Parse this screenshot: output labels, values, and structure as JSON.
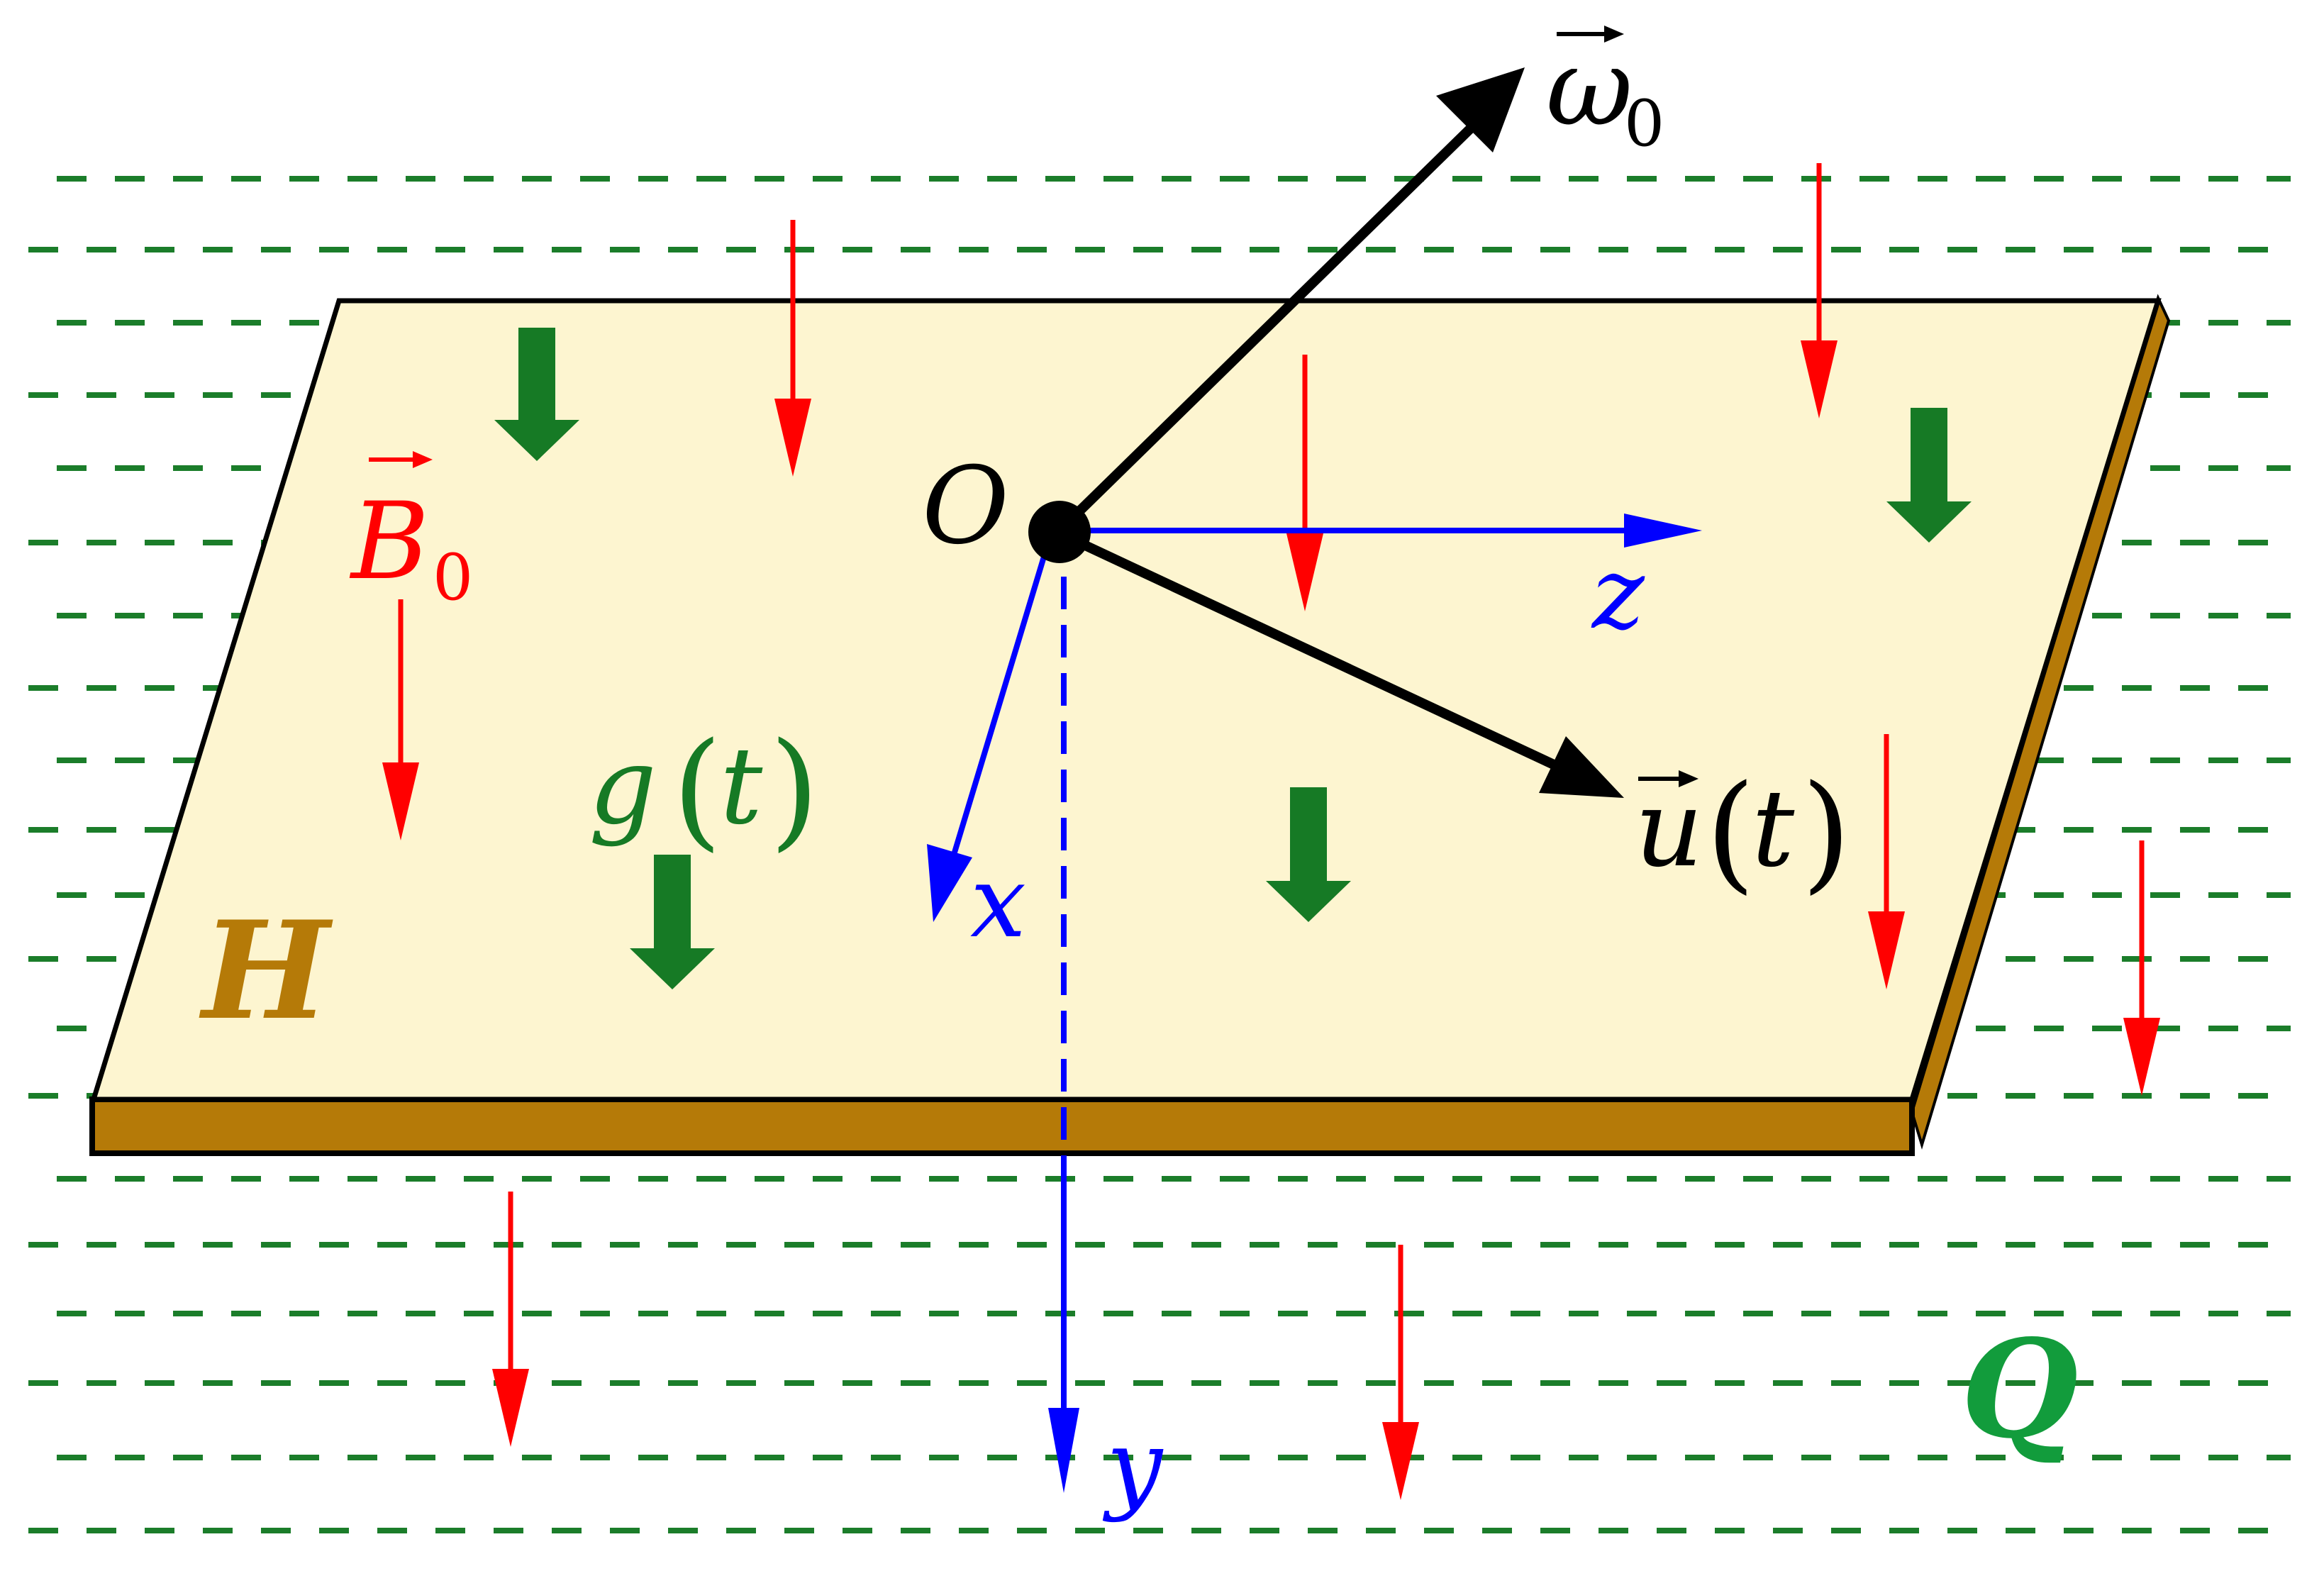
{
  "labels": {
    "omega": "ω",
    "omega_sub": "0",
    "origin": "O",
    "axis_z": "z",
    "axis_x": "x",
    "axis_y": "y",
    "field_B": "B",
    "field_B_sub": "0",
    "gravity": "g",
    "gravity_arg": "t",
    "velocity": "u",
    "velocity_arg": "t",
    "plate": "H",
    "fluid": "Q",
    "paren_open": "(",
    "paren_close": ")"
  },
  "colors": {
    "plate_top": "#fdf5d0",
    "plate_edge": "#b57a08",
    "fluid_dash": "#1b7d2a",
    "field": "#ff0000",
    "gravity_arrow": "#167a25",
    "axes": "#0000ff",
    "vectors": "#000000",
    "plate_label": "#b57a08",
    "fluid_label": "#129c3c"
  }
}
